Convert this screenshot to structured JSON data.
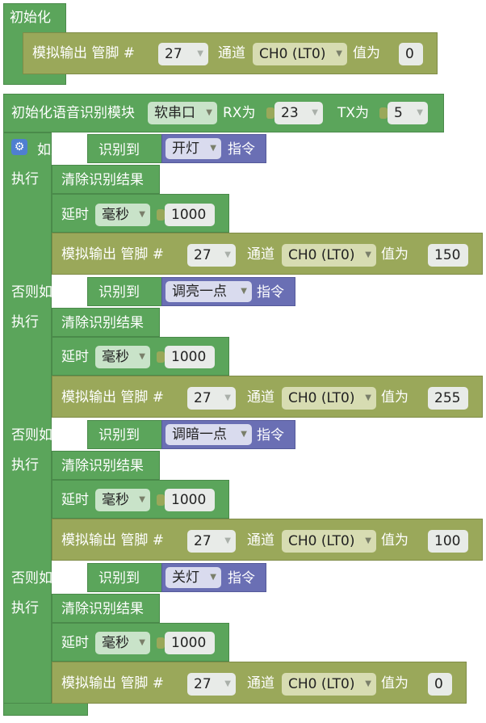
{
  "init": {
    "title": "初始化"
  },
  "analog_label": "模拟输出 管脚 #",
  "channel_label": "通道",
  "value_label": "值为",
  "pin": "27",
  "channel": "CH0 (LT0)",
  "init_value": "0",
  "voice": {
    "title": "初始化语音识别模块",
    "serial": "软串口",
    "rx_label": "RX为",
    "rx": "23",
    "tx_label": "TX为",
    "tx": "5"
  },
  "if_label": "如果",
  "elseif_label": "否则如果",
  "do_label": "执行",
  "recognized_label": "识别到",
  "command_label": "指令",
  "clear_label": "清除识别结果",
  "delay_label": "延时",
  "delay_unit": "毫秒",
  "delay_value": "1000",
  "commands": [
    "开灯",
    "调亮一点",
    "调暗一点",
    "关灯"
  ],
  "pwm_values": [
    "150",
    "255",
    "100",
    "0"
  ]
}
